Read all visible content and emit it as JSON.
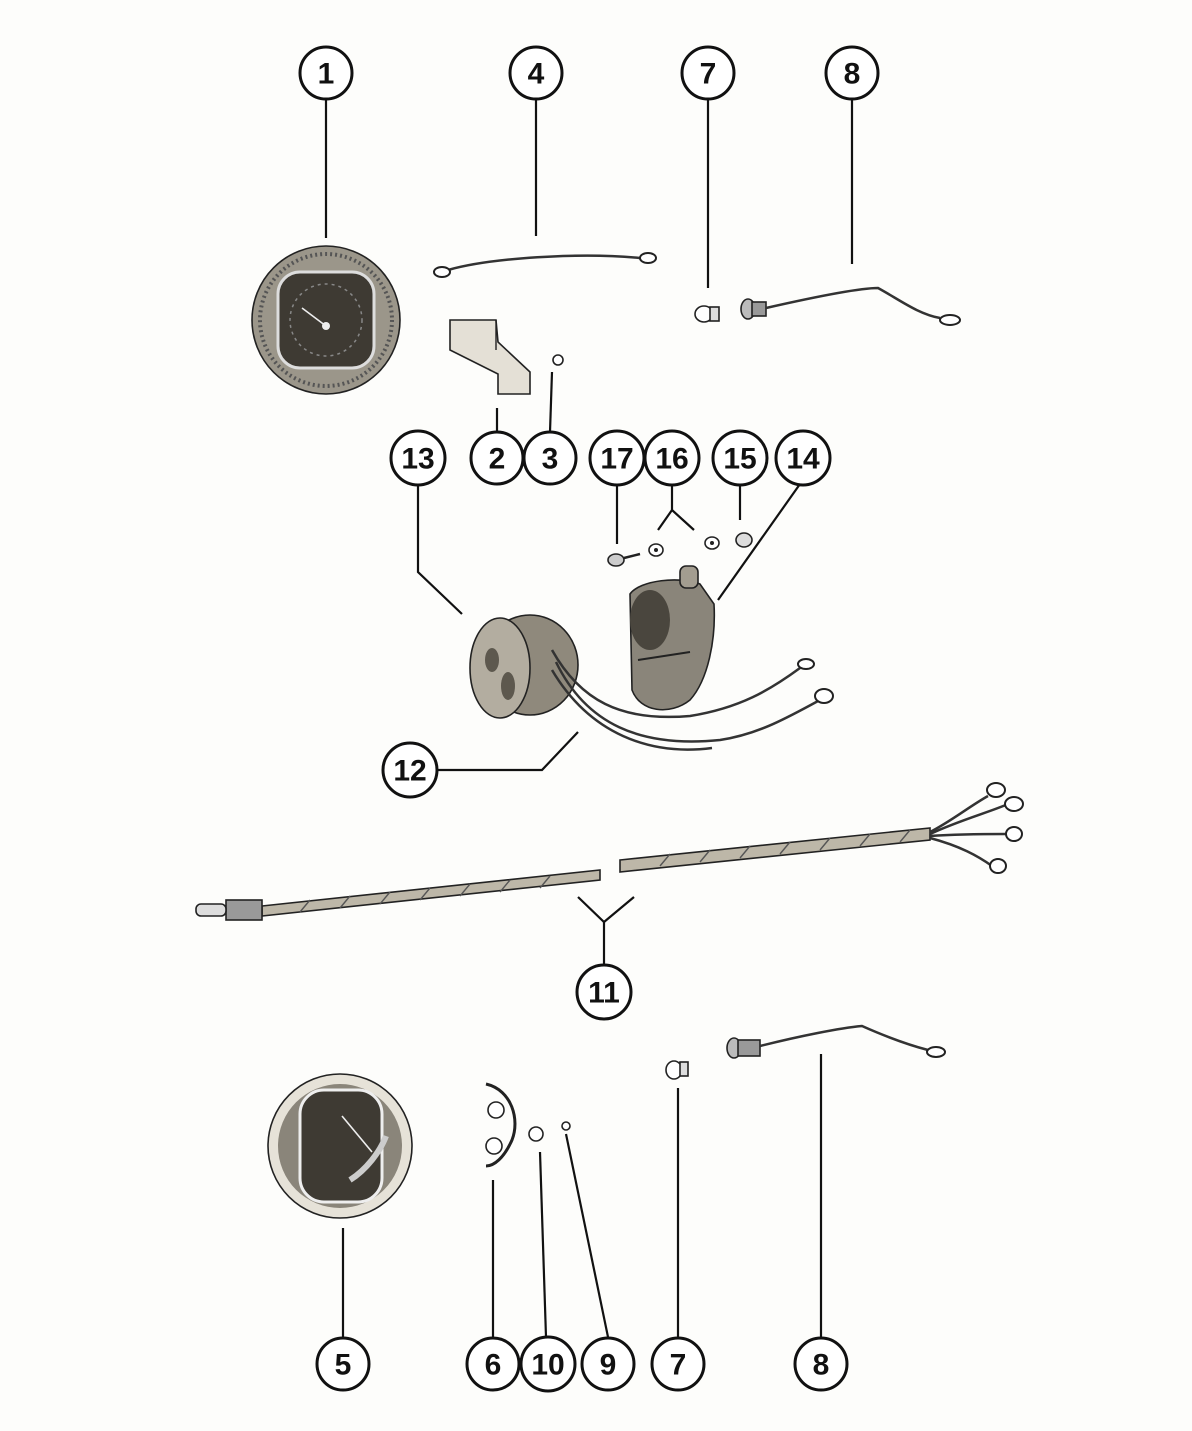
{
  "callouts": {
    "c1": "1",
    "c4": "4",
    "c7a": "7",
    "c8a": "8",
    "c2": "2",
    "c3": "3",
    "c13": "13",
    "c17": "17",
    "c16": "16",
    "c15": "15",
    "c14": "14",
    "c12": "12",
    "c11": "11",
    "c5": "5",
    "c6": "6",
    "c10": "10",
    "c9": "9",
    "c7b": "7",
    "c8b": "8"
  },
  "colors": {
    "ink": "#111111",
    "gauge_dark": "#3e3a33",
    "gauge_mid": "#8a857a",
    "coil": "#b3ada0",
    "harness": "#bdb7a8"
  },
  "icons": {
    "gauge": "tachometer-gauge-icon",
    "bulb": "bulb-icon",
    "socket": "bulb-socket-icon",
    "coil": "stator-coil-icon",
    "housing": "sender-housing-icon",
    "harness": "wire-harness-icon"
  }
}
